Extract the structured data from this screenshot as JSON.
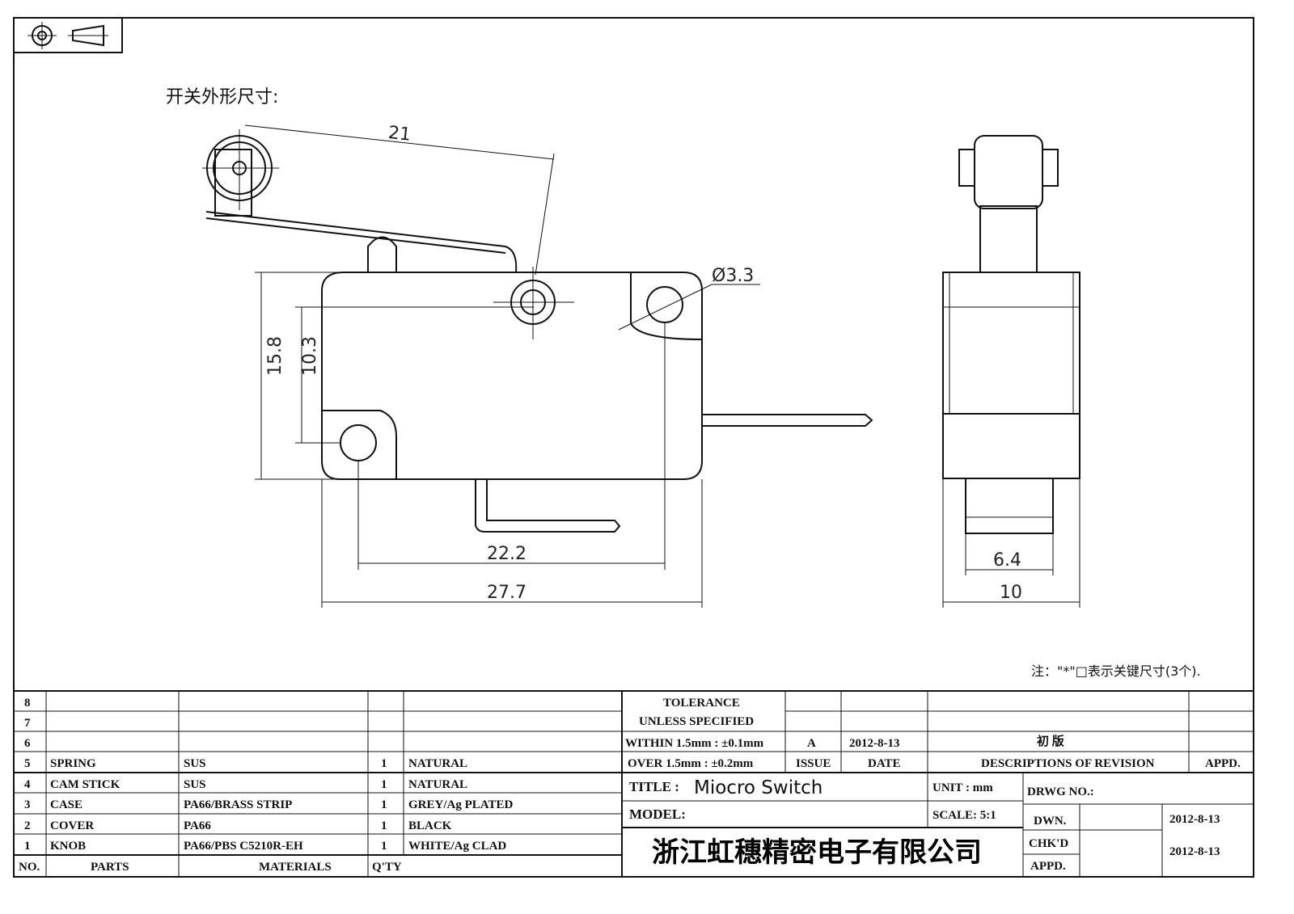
{
  "heading": "开关外形尺寸:",
  "note": "注：\"*\"□表示关键尺寸(3个).",
  "dimensions": {
    "lever_length": "21",
    "hole_diameter": "Ø3.3",
    "height": "15.8",
    "hole_spacing_v": "10.3",
    "hole_spacing_h": "22.2",
    "width": "27.7",
    "side_inner": "6.4",
    "side_width": "10"
  },
  "parts_table": {
    "header": {
      "no": "NO.",
      "parts": "PARTS",
      "materials": "MATERIALS",
      "qty": "Q'TY"
    },
    "rows": [
      {
        "no": "8",
        "part": "",
        "material": "",
        "qty": "",
        "finish": ""
      },
      {
        "no": "7",
        "part": "",
        "material": "",
        "qty": "",
        "finish": ""
      },
      {
        "no": "6",
        "part": "",
        "material": "",
        "qty": "",
        "finish": ""
      },
      {
        "no": "5",
        "part": "SPRING",
        "material": "SUS",
        "qty": "1",
        "finish": "NATURAL"
      },
      {
        "no": "4",
        "part": "CAM STICK",
        "material": "SUS",
        "qty": "1",
        "finish": "NATURAL"
      },
      {
        "no": "3",
        "part": "CASE",
        "material": "PA66/BRASS STRIP",
        "qty": "1",
        "finish": "GREY/Ag PLATED"
      },
      {
        "no": "2",
        "part": "COVER",
        "material": "PA66",
        "qty": "1",
        "finish": "BLACK"
      },
      {
        "no": "1",
        "part": "KNOB",
        "material": "PA66/PBS C5210R-EH",
        "qty": "1",
        "finish": "WHITE/Ag CLAD"
      }
    ]
  },
  "title_block": {
    "tolerance_1": "TOLERANCE",
    "tolerance_2": "UNLESS  SPECIFIED",
    "within": "WITHIN 1.5mm : ±0.1mm",
    "over": "OVER 1.5mm : ±0.2mm",
    "issue_value": "A",
    "date_value": "2012-8-13",
    "revision_value": "初 版",
    "issue_label": "ISSUE",
    "date_label": "DATE",
    "desc_label": "DESCRIPTIONS OF REVISION",
    "appd_label": "APPD.",
    "title_label": "TITLE :",
    "title_value": "Miocro Switch",
    "unit_label": "UNIT :  mm",
    "drwg_label": "DRWG NO.:",
    "model_label": "MODEL:",
    "scale_label": "SCALE:  5:1",
    "dwn_label": "DWN.",
    "dwn_date": "2012-8-13",
    "chkd_label": "CHK'D",
    "chkd_date": "2012-8-13",
    "appd2_label": "APPD.",
    "company": "浙江虹穗精密电子有限公司"
  }
}
